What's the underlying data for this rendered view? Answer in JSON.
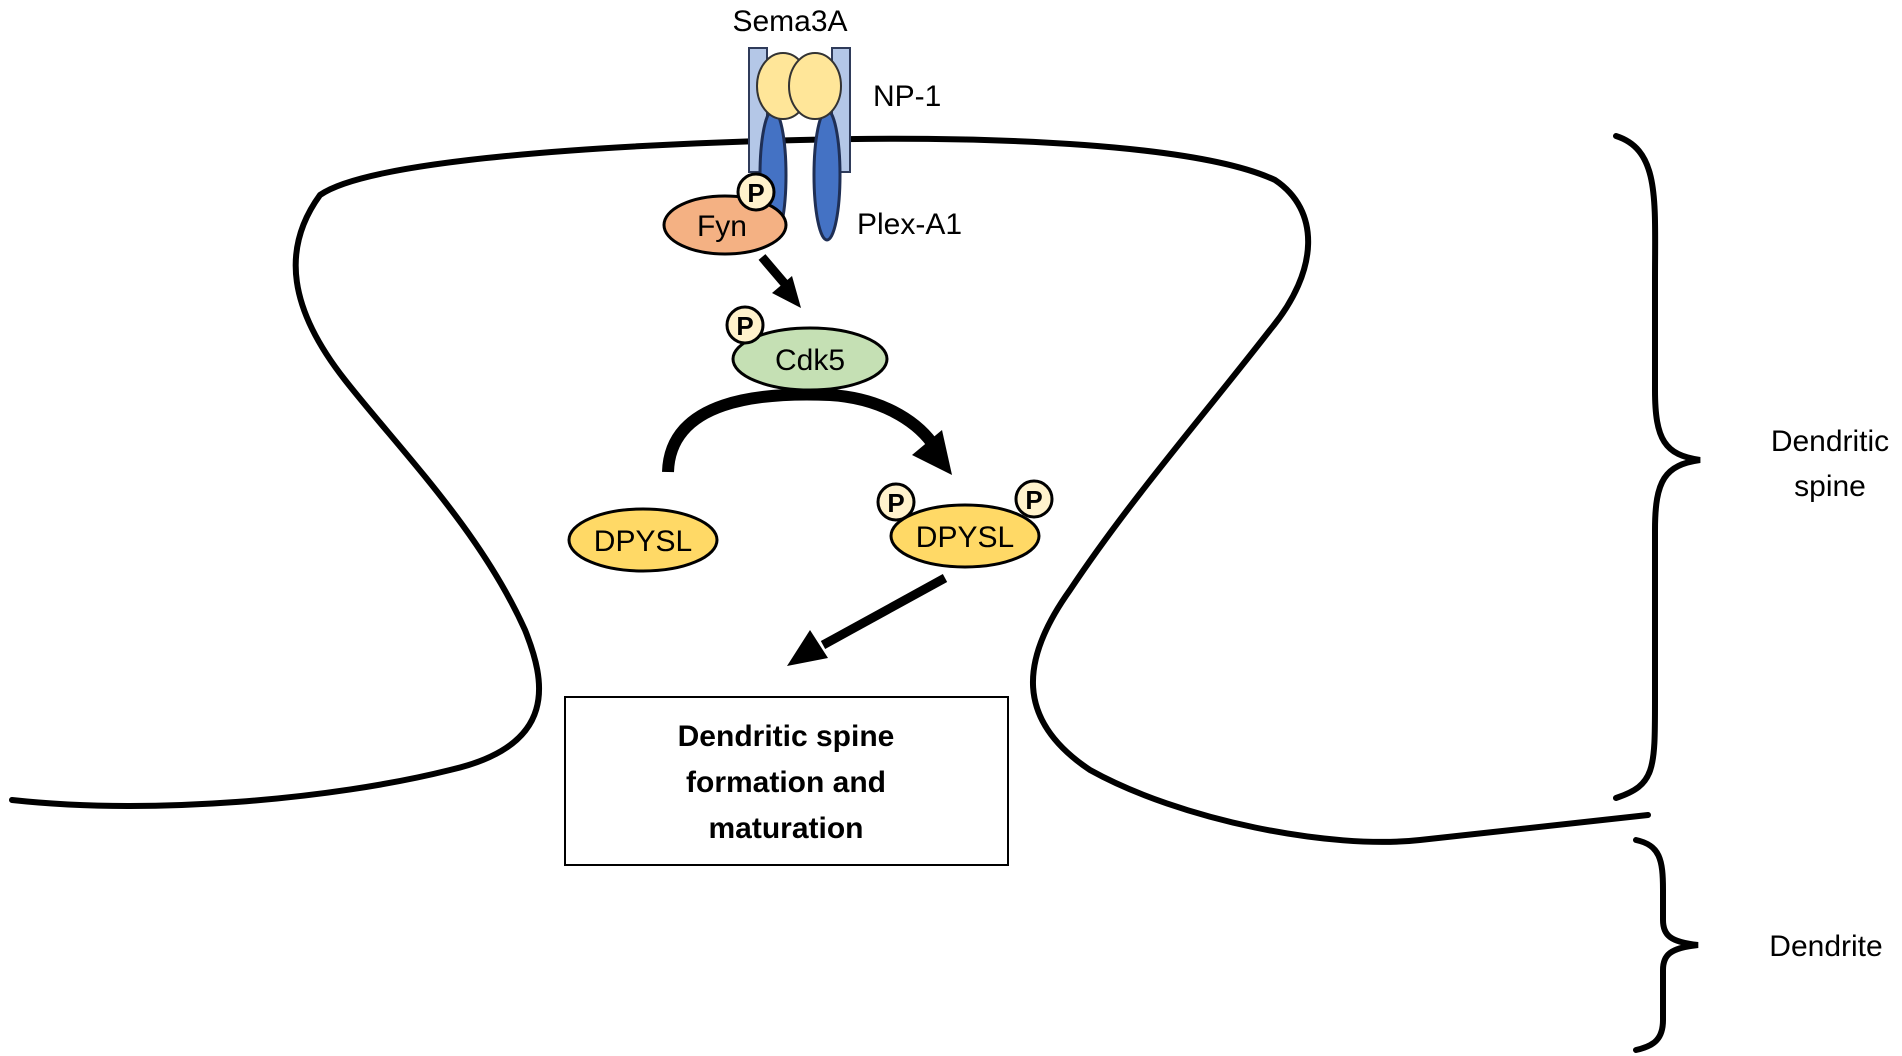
{
  "labels": {
    "sema3a": "Sema3A",
    "np1": "NP-1",
    "plexa1": "Plex-A1",
    "fyn": "Fyn",
    "cdk5": "Cdk5",
    "dpysl_left": "DPYSL",
    "dpysl_right": "DPYSL",
    "phospho": "P",
    "outcome_line1": "Dendritic spine",
    "outcome_line2": "formation and",
    "outcome_line3": "maturation",
    "region_spine_line1": "Dendritic",
    "region_spine_line2": "spine",
    "region_dendrite": "Dendrite"
  },
  "colors": {
    "np1": "#b4c7e7",
    "sema3a": "#ffe699",
    "plexa1": "#4472c4",
    "fyn": "#f4b183",
    "cdk5": "#c5e0b4",
    "dpysl": "#ffd966",
    "phospho": "#fff2cc",
    "outline": "#000000"
  }
}
